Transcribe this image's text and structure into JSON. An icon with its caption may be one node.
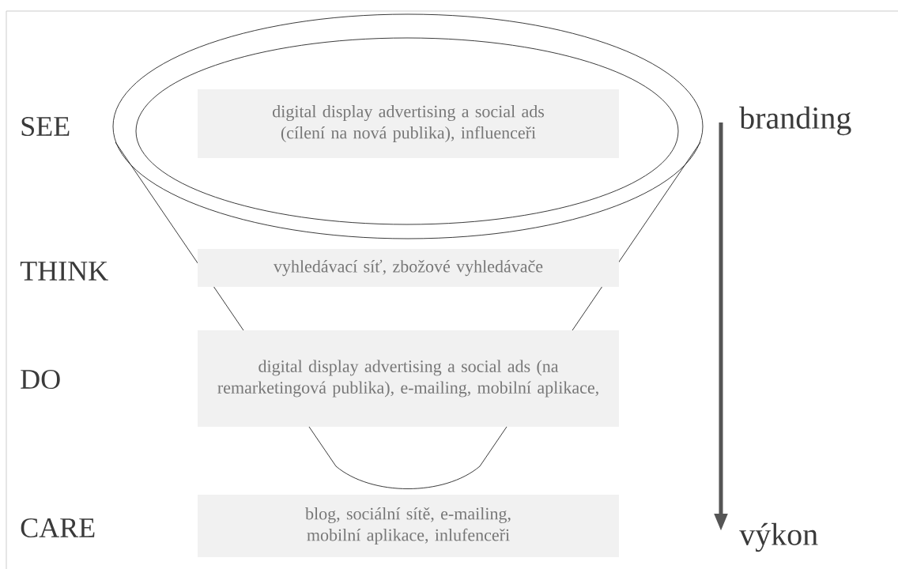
{
  "diagram": {
    "nodes": [
      {
        "text": [
          "digital display advertising a social ads (cílení na nová publika), influenceři"
        ]
      },
      {
        "text": [
          "vyhledávací síť, zbožové vyhledávače"
        ]
      },
      {
        "text": [
          "digital display advertising a social ads (na remarketingová publika), e-mailing, mobilní aplikace,"
        ]
      },
      {
        "text": [
          "blog, sociální sítě, e-mailing, mobilní aplikace, inlufenceři"
        ]
      }
    ],
    "labels": [
      "SEE",
      "branding",
      "THINK",
      "DO",
      "CARE",
      "výkon"
    ]
  }
}
